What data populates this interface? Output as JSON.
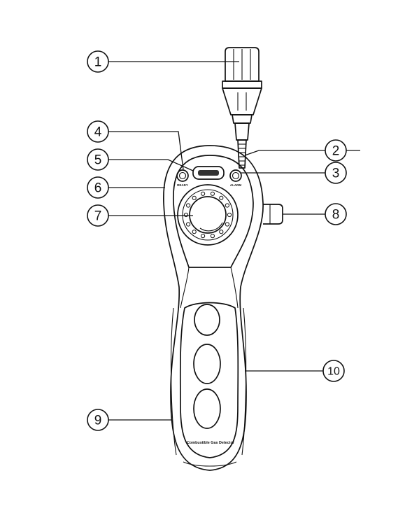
{
  "device": {
    "brand_text": "Combustible Gas Detector",
    "ready_label": "READY",
    "alarm_label": "ALARM"
  },
  "callouts": [
    {
      "number": "1",
      "part": "sensor-probe"
    },
    {
      "number": "2",
      "part": "gooseneck"
    },
    {
      "number": "3",
      "part": "alarm-led"
    },
    {
      "number": "4",
      "part": "ready-led"
    },
    {
      "number": "5",
      "part": "level-display"
    },
    {
      "number": "6",
      "part": "head-housing"
    },
    {
      "number": "7",
      "part": "speaker-button"
    },
    {
      "number": "8",
      "part": "side-knob"
    },
    {
      "number": "9",
      "part": "handle-left"
    },
    {
      "number": "10",
      "part": "handle-right"
    }
  ]
}
